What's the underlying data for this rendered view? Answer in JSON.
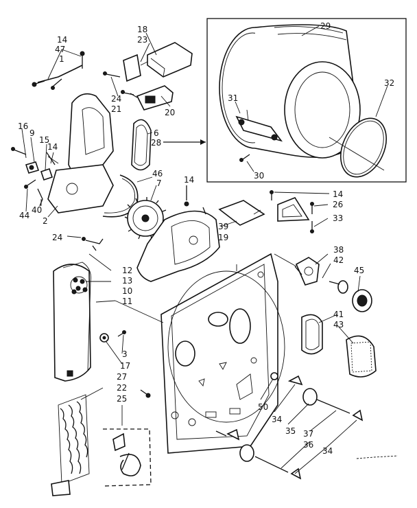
{
  "labels": {
    "l14a": "14",
    "l47": "47",
    "l1": "1",
    "l18": "18",
    "l23": "23",
    "l24a": "24",
    "l21": "21",
    "l20": "20",
    "l6": "6",
    "l28": "28",
    "l29": "29",
    "l32": "32",
    "l31": "31",
    "l30": "30",
    "l16": "16",
    "l9": "9",
    "l15": "15",
    "l14b": "14",
    "l44": "44",
    "l40": "40",
    "l2": "2",
    "l46": "46",
    "l7": "7",
    "l14c": "14",
    "l14d": "14",
    "l26": "26",
    "l33": "33",
    "l39": "39",
    "l19": "19",
    "l24b": "24",
    "l12": "12",
    "l13": "13",
    "l10": "10",
    "l11": "11",
    "l38": "38",
    "l42": "42",
    "l45": "45",
    "l41": "41",
    "l43": "43",
    "l3": "3",
    "l17": "17",
    "l27": "27",
    "l22": "22",
    "l25": "25",
    "l50": "50",
    "l34a": "34",
    "l35": "35",
    "l37": "37",
    "l36": "36",
    "l34b": "34"
  }
}
